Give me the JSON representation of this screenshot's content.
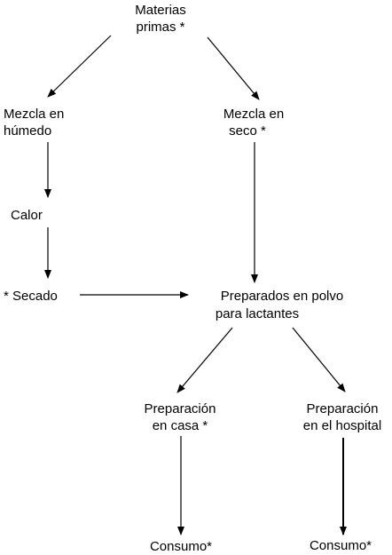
{
  "nodes": {
    "materias_primas": {
      "line1": "Materias",
      "line2": "primas *"
    },
    "mezcla_humedo": {
      "line1": "Mezcla en",
      "line2": "húmedo"
    },
    "mezcla_seco": {
      "line1": "Mezcla en",
      "line2": "seco *"
    },
    "calor": {
      "line1": "Calor"
    },
    "secado": {
      "line1": "* Secado"
    },
    "preparados_polvo": {
      "line1": "Preparados en polvo",
      "line2": "para lactantes"
    },
    "preparacion_casa": {
      "line1": "Preparación",
      "line2": "en casa *"
    },
    "preparacion_hospital": {
      "line1": "Preparación",
      "line2": "en el hospital"
    },
    "consumo_casa": {
      "line1": "Consumo*"
    },
    "consumo_hospital": {
      "line1": "Consumo*"
    }
  },
  "colors": {
    "line": "#000000",
    "text": "#000000",
    "background": "#ffffff"
  }
}
